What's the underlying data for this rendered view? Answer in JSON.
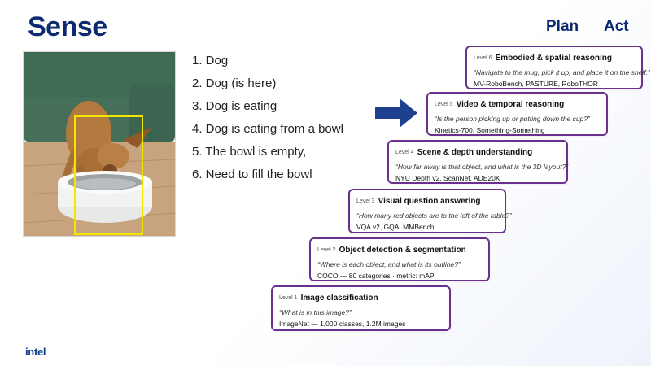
{
  "slide": {
    "title": "Sense",
    "nav": {
      "plan": "Plan",
      "act": "Act"
    },
    "logo": "intel"
  },
  "colors": {
    "title": "#0b2a6f",
    "level_border": "#6b2f8e",
    "arrow": "#1f3f8f",
    "bbox": "#f2e600"
  },
  "photo": {
    "subject": "dog eating from bowl",
    "icon": "dog-photo"
  },
  "steps": [
    "1. Dog",
    "2. Dog (is here)",
    "3. Dog is eating",
    "4. Dog is eating from a bowl",
    "5. The bowl  is empty,",
    "6. Need to fill the bowl"
  ],
  "levels": [
    {
      "tag": "Level 6",
      "name": "Embodied & spatial reasoning",
      "question": "“Navigate to the mug, pick it up, and place it on the shelf.”",
      "datasets": "MV-RoboBench, PASTURE, RoboTHOR"
    },
    {
      "tag": "Level 5",
      "name": "Video & temporal reasoning",
      "question": "“Is the person picking up or putting down the cup?”",
      "datasets": "Kinetics-700, Something-Something"
    },
    {
      "tag": "Level 4",
      "name": "Scene & depth understanding",
      "question": "“How far away is that object, and what is the 3D layout?”",
      "datasets": "NYU Depth v2, ScanNet, ADE20K"
    },
    {
      "tag": "Level 3",
      "name": "Visual question answering",
      "question": "“How many red objects are to the left of the table?”",
      "datasets": "VQA v2, GQA, MMBench"
    },
    {
      "tag": "Level 2",
      "name": "Object detection & segmentation",
      "question": "“Where is each object, and what is its outline?”",
      "datasets": "COCO — 80 categories · metric: mAP"
    },
    {
      "tag": "Level 1",
      "name": "Image classification",
      "question": "“What is in this image?”",
      "datasets": "ImageNet — 1,000 classes, 1.2M images"
    }
  ]
}
